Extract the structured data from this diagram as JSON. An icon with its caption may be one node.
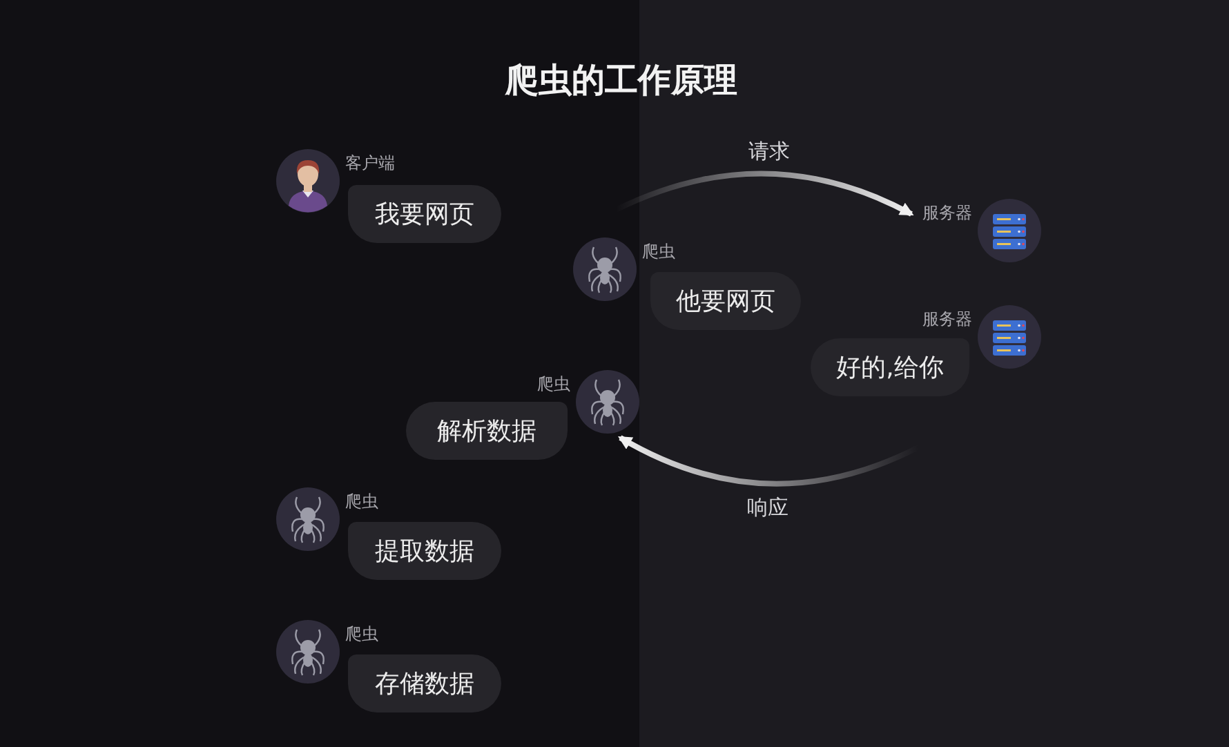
{
  "diagram": {
    "title": "爬虫的工作原理",
    "nodes": [
      {
        "text": [],
        "shape": "person",
        "beside": [
          "客户端"
        ]
      },
      {
        "text": [
          "我要网页"
        ]
      },
      {
        "text": [],
        "shape": "circle",
        "beside": [
          "服务器"
        ]
      },
      {
        "text": [],
        "shape": "circle",
        "beside": [
          "爬虫"
        ]
      },
      {
        "text": [
          "他要网页"
        ]
      },
      {
        "text": [],
        "shape": "circle",
        "beside": [
          "服务器"
        ]
      },
      {
        "text": [
          "好的,给你"
        ]
      },
      {
        "text": [],
        "shape": "circle",
        "beside": [
          "爬虫"
        ]
      },
      {
        "text": [
          "解析数据"
        ]
      },
      {
        "text": [],
        "shape": "circle",
        "beside": [
          "爬虫"
        ]
      },
      {
        "text": [
          "提取数据"
        ]
      },
      {
        "text": [],
        "shape": "circle",
        "beside": [
          "爬虫"
        ]
      },
      {
        "text": [
          "存储数据"
        ]
      }
    ],
    "edges": [
      {
        "from": null,
        "to": 2,
        "arrow": "to",
        "label": "请求"
      },
      {
        "from": null,
        "to": 7,
        "arrow": "to",
        "label": "响应"
      }
    ]
  }
}
